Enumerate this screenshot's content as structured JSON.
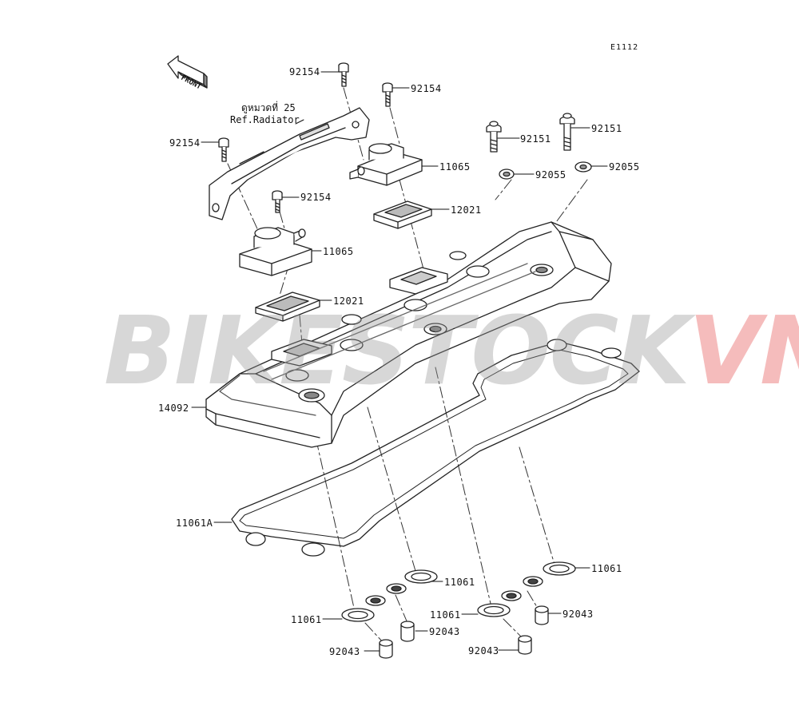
{
  "diagram": {
    "code": "E1112",
    "front_label": "FRONT",
    "ref_note_line1": "ดูหมวดที่ 25",
    "ref_note_line2": "Ref.Radiator",
    "watermark_part1": "BIKESTOCK",
    "watermark_part2": "VN",
    "watermark_color1": "#969696",
    "watermark_color2": "#e13c3c"
  },
  "labels": [
    {
      "id": "92154-a",
      "text": "92154"
    },
    {
      "id": "92154-b",
      "text": "92154"
    },
    {
      "id": "92154-c",
      "text": "92154"
    },
    {
      "id": "92154-d",
      "text": "92154"
    },
    {
      "id": "92151-a",
      "text": "92151"
    },
    {
      "id": "92151-b",
      "text": "92151"
    },
    {
      "id": "92055-a",
      "text": "92055"
    },
    {
      "id": "92055-b",
      "text": "92055"
    },
    {
      "id": "11065-a",
      "text": "11065"
    },
    {
      "id": "11065-b",
      "text": "11065"
    },
    {
      "id": "12021-a",
      "text": "12021"
    },
    {
      "id": "12021-b",
      "text": "12021"
    },
    {
      "id": "14092",
      "text": "14092"
    },
    {
      "id": "11061A",
      "text": "11061A"
    },
    {
      "id": "11061-a",
      "text": "11061"
    },
    {
      "id": "11061-b",
      "text": "11061"
    },
    {
      "id": "11061-c",
      "text": "11061"
    },
    {
      "id": "11061-d",
      "text": "11061"
    },
    {
      "id": "92043-a",
      "text": "92043"
    },
    {
      "id": "92043-b",
      "text": "92043"
    },
    {
      "id": "92043-c",
      "text": "92043"
    },
    {
      "id": "92043-d",
      "text": "92043"
    }
  ]
}
